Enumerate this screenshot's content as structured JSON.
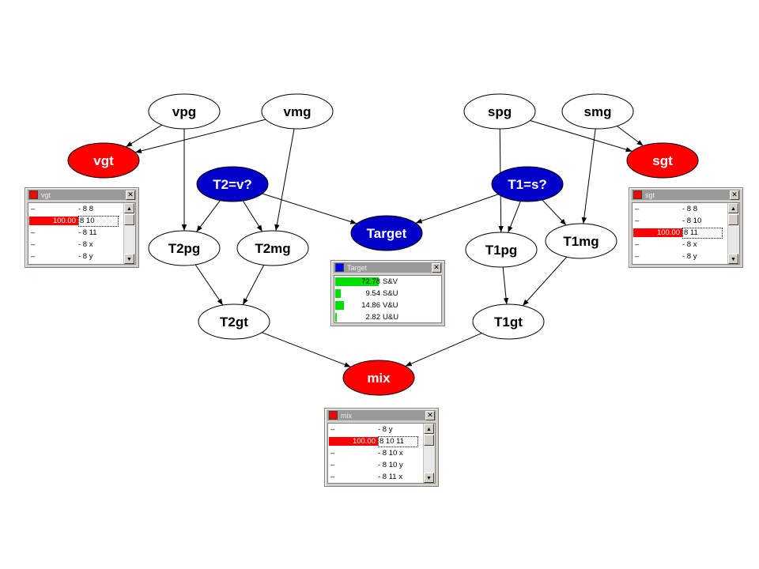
{
  "nodes": {
    "vpg": {
      "label": "vpg",
      "fill": "#ffffff",
      "text": "#000000"
    },
    "vmg": {
      "label": "vmg",
      "fill": "#ffffff",
      "text": "#000000"
    },
    "spg": {
      "label": "spg",
      "fill": "#ffffff",
      "text": "#000000"
    },
    "smg": {
      "label": "smg",
      "fill": "#ffffff",
      "text": "#000000"
    },
    "vgt": {
      "label": "vgt",
      "fill": "#ff0000",
      "text": "#ffffff"
    },
    "sgt": {
      "label": "sgt",
      "fill": "#ff0000",
      "text": "#ffffff"
    },
    "t2v": {
      "label": "T2=v?",
      "fill": "#0000c8",
      "text": "#ffffff"
    },
    "t1s": {
      "label": "T1=s?",
      "fill": "#0000c8",
      "text": "#ffffff"
    },
    "target": {
      "label": "Target",
      "fill": "#0000c8",
      "text": "#ffffff"
    },
    "t2pg": {
      "label": "T2pg",
      "fill": "#ffffff",
      "text": "#000000"
    },
    "t2mg": {
      "label": "T2mg",
      "fill": "#ffffff",
      "text": "#000000"
    },
    "t1pg": {
      "label": "T1pg",
      "fill": "#ffffff",
      "text": "#000000"
    },
    "t1mg": {
      "label": "T1mg",
      "fill": "#ffffff",
      "text": "#000000"
    },
    "t2gt": {
      "label": "T2gt",
      "fill": "#ffffff",
      "text": "#000000"
    },
    "t1gt": {
      "label": "T1gt",
      "fill": "#ffffff",
      "text": "#000000"
    },
    "mix": {
      "label": "mix",
      "fill": "#ff0000",
      "text": "#ffffff"
    }
  },
  "edges": [
    [
      "vpg",
      "vgt"
    ],
    [
      "vmg",
      "vgt"
    ],
    [
      "vpg",
      "t2pg"
    ],
    [
      "vmg",
      "t2mg"
    ],
    [
      "t2v",
      "t2pg"
    ],
    [
      "t2v",
      "t2mg"
    ],
    [
      "t2v",
      "target"
    ],
    [
      "spg",
      "sgt"
    ],
    [
      "smg",
      "sgt"
    ],
    [
      "spg",
      "t1pg"
    ],
    [
      "smg",
      "t1mg"
    ],
    [
      "t1s",
      "t1pg"
    ],
    [
      "t1s",
      "t1mg"
    ],
    [
      "t1s",
      "target"
    ],
    [
      "t2pg",
      "t2gt"
    ],
    [
      "t2mg",
      "t2gt"
    ],
    [
      "t1pg",
      "t1gt"
    ],
    [
      "t1mg",
      "t1gt"
    ],
    [
      "t2gt",
      "mix"
    ],
    [
      "t1gt",
      "mix"
    ]
  ],
  "monitors": {
    "vgt": {
      "title": "vgt",
      "swatch": "#ff0000",
      "rows": [
        {
          "dash": "–",
          "value": "",
          "state": "- 8 8",
          "selected": false
        },
        {
          "dash": "–",
          "value": "100.00",
          "state": "8 10",
          "selected": true
        },
        {
          "dash": "–",
          "value": "",
          "state": "- 8 11",
          "selected": false
        },
        {
          "dash": "–",
          "value": "",
          "state": "- 8 x",
          "selected": false
        },
        {
          "dash": "–",
          "value": "",
          "state": "- 8 y",
          "selected": false
        }
      ]
    },
    "sgt": {
      "title": "sgt",
      "swatch": "#ff0000",
      "rows": [
        {
          "dash": "–",
          "value": "",
          "state": "- 8 8",
          "selected": false
        },
        {
          "dash": "–",
          "value": "",
          "state": "- 8 10",
          "selected": false
        },
        {
          "dash": "–",
          "value": "100.00",
          "state": "8 11",
          "selected": true
        },
        {
          "dash": "–",
          "value": "",
          "state": "- 8 x",
          "selected": false
        },
        {
          "dash": "–",
          "value": "",
          "state": "- 8 y",
          "selected": false
        }
      ]
    },
    "target": {
      "title": "Target",
      "swatch": "#0000ff",
      "rows": [
        {
          "value": "72.78",
          "state": "S&V",
          "pct": 72.78
        },
        {
          "value": "9.54",
          "state": "S&U",
          "pct": 9.54
        },
        {
          "value": "14.86",
          "state": "V&U",
          "pct": 14.86
        },
        {
          "value": "2.82",
          "state": "U&U",
          "pct": 2.82
        }
      ]
    },
    "mix": {
      "title": "mix",
      "swatch": "#ff0000",
      "rows": [
        {
          "dash": "–",
          "value": "",
          "state": "- 8 y",
          "selected": false
        },
        {
          "dash": "–",
          "value": "100.00",
          "state": "8 10 11",
          "selected": true
        },
        {
          "dash": "–",
          "value": "",
          "state": "- 8 10 x",
          "selected": false
        },
        {
          "dash": "–",
          "value": "",
          "state": "- 8 10 y",
          "selected": false
        },
        {
          "dash": "–",
          "value": "",
          "state": "- 8 11 x",
          "selected": false
        }
      ]
    }
  },
  "colors": {
    "evidence_bar": "#ff0000",
    "belief_bar": "#00e000",
    "edge": "#000000"
  }
}
